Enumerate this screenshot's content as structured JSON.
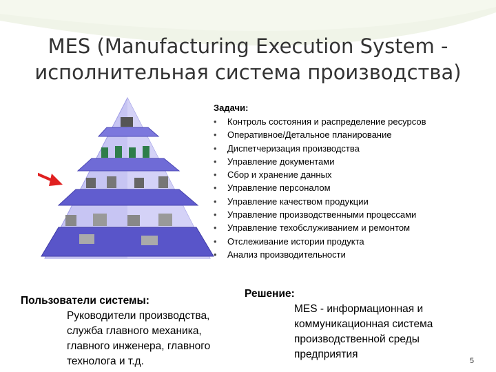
{
  "title": {
    "line1": "MES (Manufacturing Execution System -",
    "line2": "исполнительная система производства)"
  },
  "tasks": {
    "heading": "Задачи:",
    "bullet": "•",
    "items": [
      "Контроль состояния и распределение ресурсов",
      "Оперативное/Детальное планирование",
      "Диспетчеризация производства",
      "Управление документами",
      "Сбор и хранение данных",
      "Управление персоналом",
      "Управление качеством продукции",
      "Управление производственными процессами",
      "Управление техобслуживанием и ремонтом",
      "Отслеживание истории продукта",
      "Анализ производительности"
    ]
  },
  "users": {
    "heading": "Пользователи системы:",
    "lines": [
      "Руководители производства,",
      "служба главного механика,",
      "главного инженера, главного",
      "технолога и т.д."
    ]
  },
  "solution": {
    "heading": "Решение:",
    "lines": [
      "MES - информационная и",
      "коммуникационная система",
      "производственной среды",
      "предприятия"
    ]
  },
  "page_number": "5",
  "colors": {
    "pyramid_light": "#b9b7f0",
    "pyramid_mid": "#8d89e3",
    "pyramid_dark": "#5a56c8",
    "arrow": "#e02020",
    "background_tint": "#f0f4e8"
  }
}
